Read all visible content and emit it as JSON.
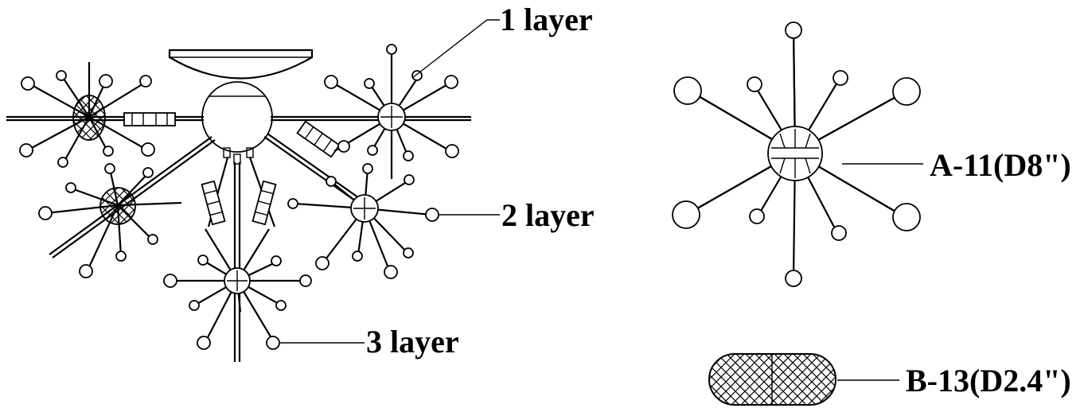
{
  "labels": {
    "layer1": "1 layer",
    "layer2": "2 layer",
    "layer3": "3 layer",
    "partA": "A-11(D8\")",
    "partB": "B-13(D2.4\")"
  },
  "colors": {
    "line": "#000000",
    "background": "#ffffff"
  }
}
